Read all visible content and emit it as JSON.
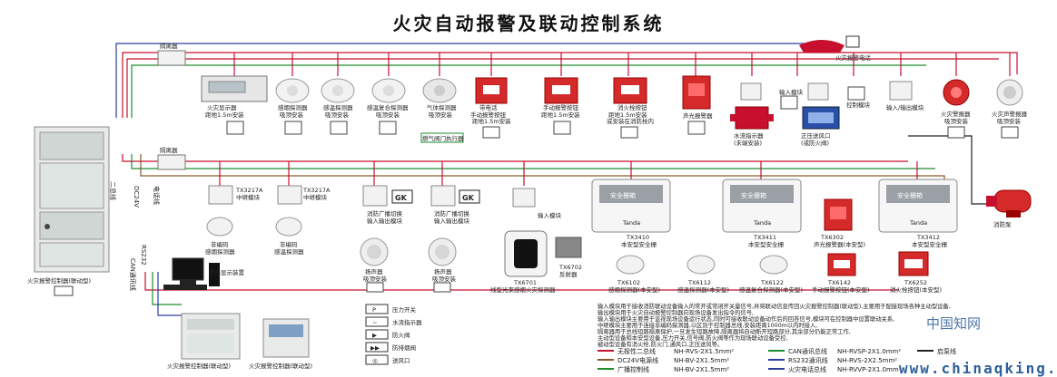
{
  "title": "火灾自动报警及联动控制系统",
  "colors": {
    "red_line": "#c8102e",
    "green_line": "#1d8c2f",
    "blue_line": "#2c3e9e",
    "brown_line": "#8a5a2b",
    "device_red": "#d42a2a",
    "watermark": "#2d5f9a"
  },
  "labels": {
    "isolator_top": "隔离器",
    "isolator_mid": "隔离器",
    "fire_phone": "火灾报警电话",
    "fire_display": "火灾显示器",
    "fire_display_sub": "距地1.5m安装",
    "smoke_detector": "感烟探测器",
    "smoke_detector_sub": "吸顶安装",
    "heat_detector": "感温探测器",
    "heat_detector_sub": "吸顶安装",
    "combo_detector": "感温复合探测器",
    "combo_detector_sub": "吸顶安装",
    "gas_detector": "气体探测器",
    "gas_detector_sub": "吸顶安装",
    "gas_valve": "燃气阀门执行器",
    "phone_jack": "带电话",
    "phone_jack_sub": "手动报警按钮",
    "phone_jack_sub2": "距地1.5m安装",
    "manual_button": "手动报警按钮",
    "manual_button_sub": "距地1.5m安装",
    "hydrant_button": "消火栓按钮",
    "hydrant_button_sub": "距地1.5m安装",
    "hydrant_button_sub2": "或安装在消防栓内",
    "sound_light": "声光报警器",
    "input_module": "输入模块",
    "control_module": "控制模块",
    "water_flow": "水流指示器",
    "water_flow_sub": "(末端安装)",
    "pressure_switch": "正压送风口",
    "pressure_switch_sub": "(或防火阀)",
    "io_module": "输入/输出模块",
    "fire_alarm_bell": "火灾警报器",
    "fire_alarm_bell_sub": "吸顶安装",
    "fire_speaker": "火灾声警报器",
    "fire_speaker_sub": "吸顶安装",
    "tx3217a_1": "TX3217A",
    "tx3217a_1_sub": "中继模块",
    "tx3217a_2": "TX3217A",
    "tx3217a_2_sub": "中继模块",
    "smoke_nonaddr_1": "非编码",
    "smoke_nonaddr_1_sub": "感烟探测器",
    "smoke_nonaddr_2": "非编码",
    "smoke_nonaddr_2_sub": "感温探测器",
    "gk": "GK",
    "broadcast_mod_1": "消防广播切换",
    "broadcast_mod_1_sub": "输入输出模块",
    "broadcast_mod_2": "消防广播切换",
    "broadcast_mod_2_sub": "输入输出模块",
    "speaker_1": "扬声器",
    "speaker_1_sub": "吸顶安装",
    "speaker_2": "扬声器",
    "speaker_2_sub": "吸顶安装",
    "input_module_2": "输入模块",
    "tx6701": "TX6701",
    "tx6701_sub": "线型光束感烟火灾探测器",
    "tx6702": "TX6702",
    "tx6702_sub": "反射器",
    "safety_box": "安全栅箱",
    "safety_brand": "Tanda",
    "tx3410": "TX3410",
    "tx3410_sub": "本安型安全栅",
    "tx3411": "TX3411",
    "tx3411_sub": "本安型安全栅",
    "tx3412": "TX3412",
    "tx3412_sub": "本安型安全栅",
    "tx6302": "TX6302",
    "tx6302_sub": "声光报警器(本安型)",
    "tx6102": "TX6102",
    "tx6102_sub": "感烟探测器(本安型)",
    "tx6112": "TX6112",
    "tx6112_sub": "感温探测器(本安型)",
    "tx6122": "TX6122",
    "tx6122_sub": "感温复合探测器(本安型)",
    "tx6142": "TX6142",
    "tx6142_sub": "手动报警按钮(本安型)",
    "tx6252": "TX6252",
    "tx6252_sub": "消火栓按钮(本安型)",
    "fire_pump": "消防泵",
    "panel_label": "火灾报警控制器(联动型)",
    "graphic_display": "图形显示装置",
    "panel_2": "火灾报警控制器(联动型)",
    "panel_3": "火灾报警控制器(联动型)",
    "bus_dc24v": "DC24V",
    "bus_can": "CAN通讯线",
    "bus_rs232": "RS232",
    "bus_2bus": "二总线",
    "bus_phone": "电话线"
  },
  "sym_legend": [
    {
      "sym": "P",
      "text": "压力开关"
    },
    {
      "sym": "~",
      "text": "水流指示器"
    },
    {
      "sym": "▶",
      "text": "防火阀"
    },
    {
      "sym": "▶▶",
      "text": "防排烟阀"
    },
    {
      "sym": "◎",
      "text": "送风口"
    }
  ],
  "notes": [
    "输入模块用于接收消防联动设备输入的常开或常闭开关量信号,并将联动信息传回火灾报警控制器(联动型),主要用于配接现场各种主动型设备,",
    "输出模块用于火灾自动报警控制器向现场设备发出指令的信号,",
    "输入输出模块主要用于监视现场设备运行状态,同时可接收联动设备动作后的回答信号,模块可在控制器中设置联动关系,",
    "中继模块主要用于连接非编码探测器,以区别于控制器总线,安装距离1000m以内时接入,",
    "隔离器用于总线短路隔离保护,一旦发生短路故障,隔离器将自动断开短路部分,其余部分仍能正常工作,",
    "主动型设备和本安型设备,压力开关,信号阀,防火阀等作为现场联动设备受控,",
    "被动型设备有消火栓,防火门,通风口,正压送风等。"
  ],
  "line_legend": [
    {
      "name": "无极性二总线",
      "spec": "NH-RVS-2X1.5mm²",
      "color": "#c8102e"
    },
    {
      "name": "CAN通讯总线",
      "spec": "NH-RVSP-2X1.0mm²",
      "color": "#1d8c2f"
    },
    {
      "name": "DC24V电源线",
      "spec": "NH-BV-2X1.5mm²",
      "color": "#8a5a2b"
    },
    {
      "name": "RS232通讯线",
      "spec": "NH-RVS-2X2.5mm²",
      "color": "#2c3e9e"
    },
    {
      "name": "广播控制线",
      "spec": "NH-BV-2X1.5mm²",
      "color": "#1d8c2f"
    },
    {
      "name": "火灾电话总线",
      "spec": "NH-RVVP-2X1.0mm²",
      "color": "#2c3e9e"
    },
    {
      "name": "启泵线",
      "spec": "",
      "color": "#222222"
    }
  ],
  "watermark": {
    "cn": "中国知网",
    "url": "www.chinaqking.com"
  }
}
